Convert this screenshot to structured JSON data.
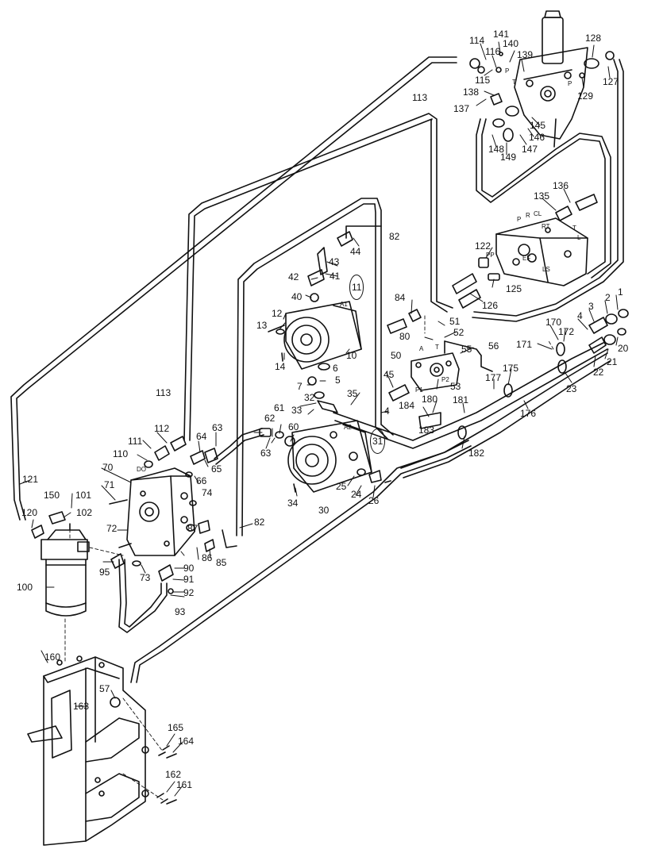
{
  "parts": {
    "p1": "1",
    "p2": "2",
    "p3": "3",
    "p4": "4",
    "p5": "5",
    "p6": "6",
    "p7": "7",
    "p10": "10",
    "p11": "11",
    "p12": "12",
    "p13": "13",
    "p14": "14",
    "p20": "20",
    "p21": "21",
    "p22": "22",
    "p23": "23",
    "p24": "24",
    "p25": "25",
    "p26": "26",
    "p30": "30",
    "p31": "31",
    "p32": "32",
    "p33": "33",
    "p34": "34",
    "p35": "35",
    "p40": "40",
    "p41": "41",
    "p42": "42",
    "p43": "43",
    "p44": "44",
    "p45": "45",
    "p50": "50",
    "p51": "51",
    "p52": "52",
    "p53": "53",
    "p55": "55",
    "p56": "56",
    "p57": "57",
    "p60": "60",
    "p61": "61",
    "p62": "62",
    "p63a": "63",
    "p63b": "63",
    "p64": "64",
    "p65": "65",
    "p66": "66",
    "p70": "70",
    "p71": "71",
    "p72": "72",
    "p73": "73",
    "p74": "74",
    "p80": "80",
    "p82a": "82",
    "p82b": "82",
    "p84": "84",
    "p85": "85",
    "p86": "86",
    "p87": "87",
    "p90": "90",
    "p91": "91",
    "p92": "92",
    "p93": "93",
    "p95": "95",
    "p100": "100",
    "p101": "101",
    "p102": "102",
    "p110": "110",
    "p111": "111",
    "p112": "112",
    "p113a": "113",
    "p113b": "113",
    "p114": "114",
    "p115": "115",
    "p116": "116",
    "p120": "120",
    "p121": "121",
    "p122": "122",
    "p125": "125",
    "p126": "126",
    "p127": "127",
    "p128": "128",
    "p129": "129",
    "p135": "135",
    "p136": "136",
    "p137": "137",
    "p138": "138",
    "p139": "139",
    "p140": "140",
    "p141": "141",
    "p145": "145",
    "p146": "146",
    "p147": "147",
    "p148": "148",
    "p149": "149",
    "p150": "150",
    "p160": "160",
    "p161": "161",
    "p162": "162",
    "p163": "163",
    "p164": "164",
    "p165": "165",
    "p170": "170",
    "p171": "171",
    "p172": "172",
    "p175": "175",
    "p176": "176",
    "p177": "177",
    "p180": "180",
    "p181": "181",
    "p182": "182",
    "p183": "183",
    "p184": "184"
  },
  "port_marks": {
    "p_top": "P",
    "t_top": "T",
    "p_right": "P",
    "p_ls": "P",
    "r_ls": "R",
    "cl_ls": "CL",
    "rt_ls": "RT",
    "t_ls": "T",
    "l_ls": "L",
    "pp_ls": "PP",
    "ef_ls": "EF",
    "ls_ls": "LS",
    "a1": "A1",
    "a2": "A2",
    "d0": "DO",
    "a_valve": "A",
    "t_valve": "T",
    "p1_valve": "P1",
    "p2_valve": "P2"
  }
}
